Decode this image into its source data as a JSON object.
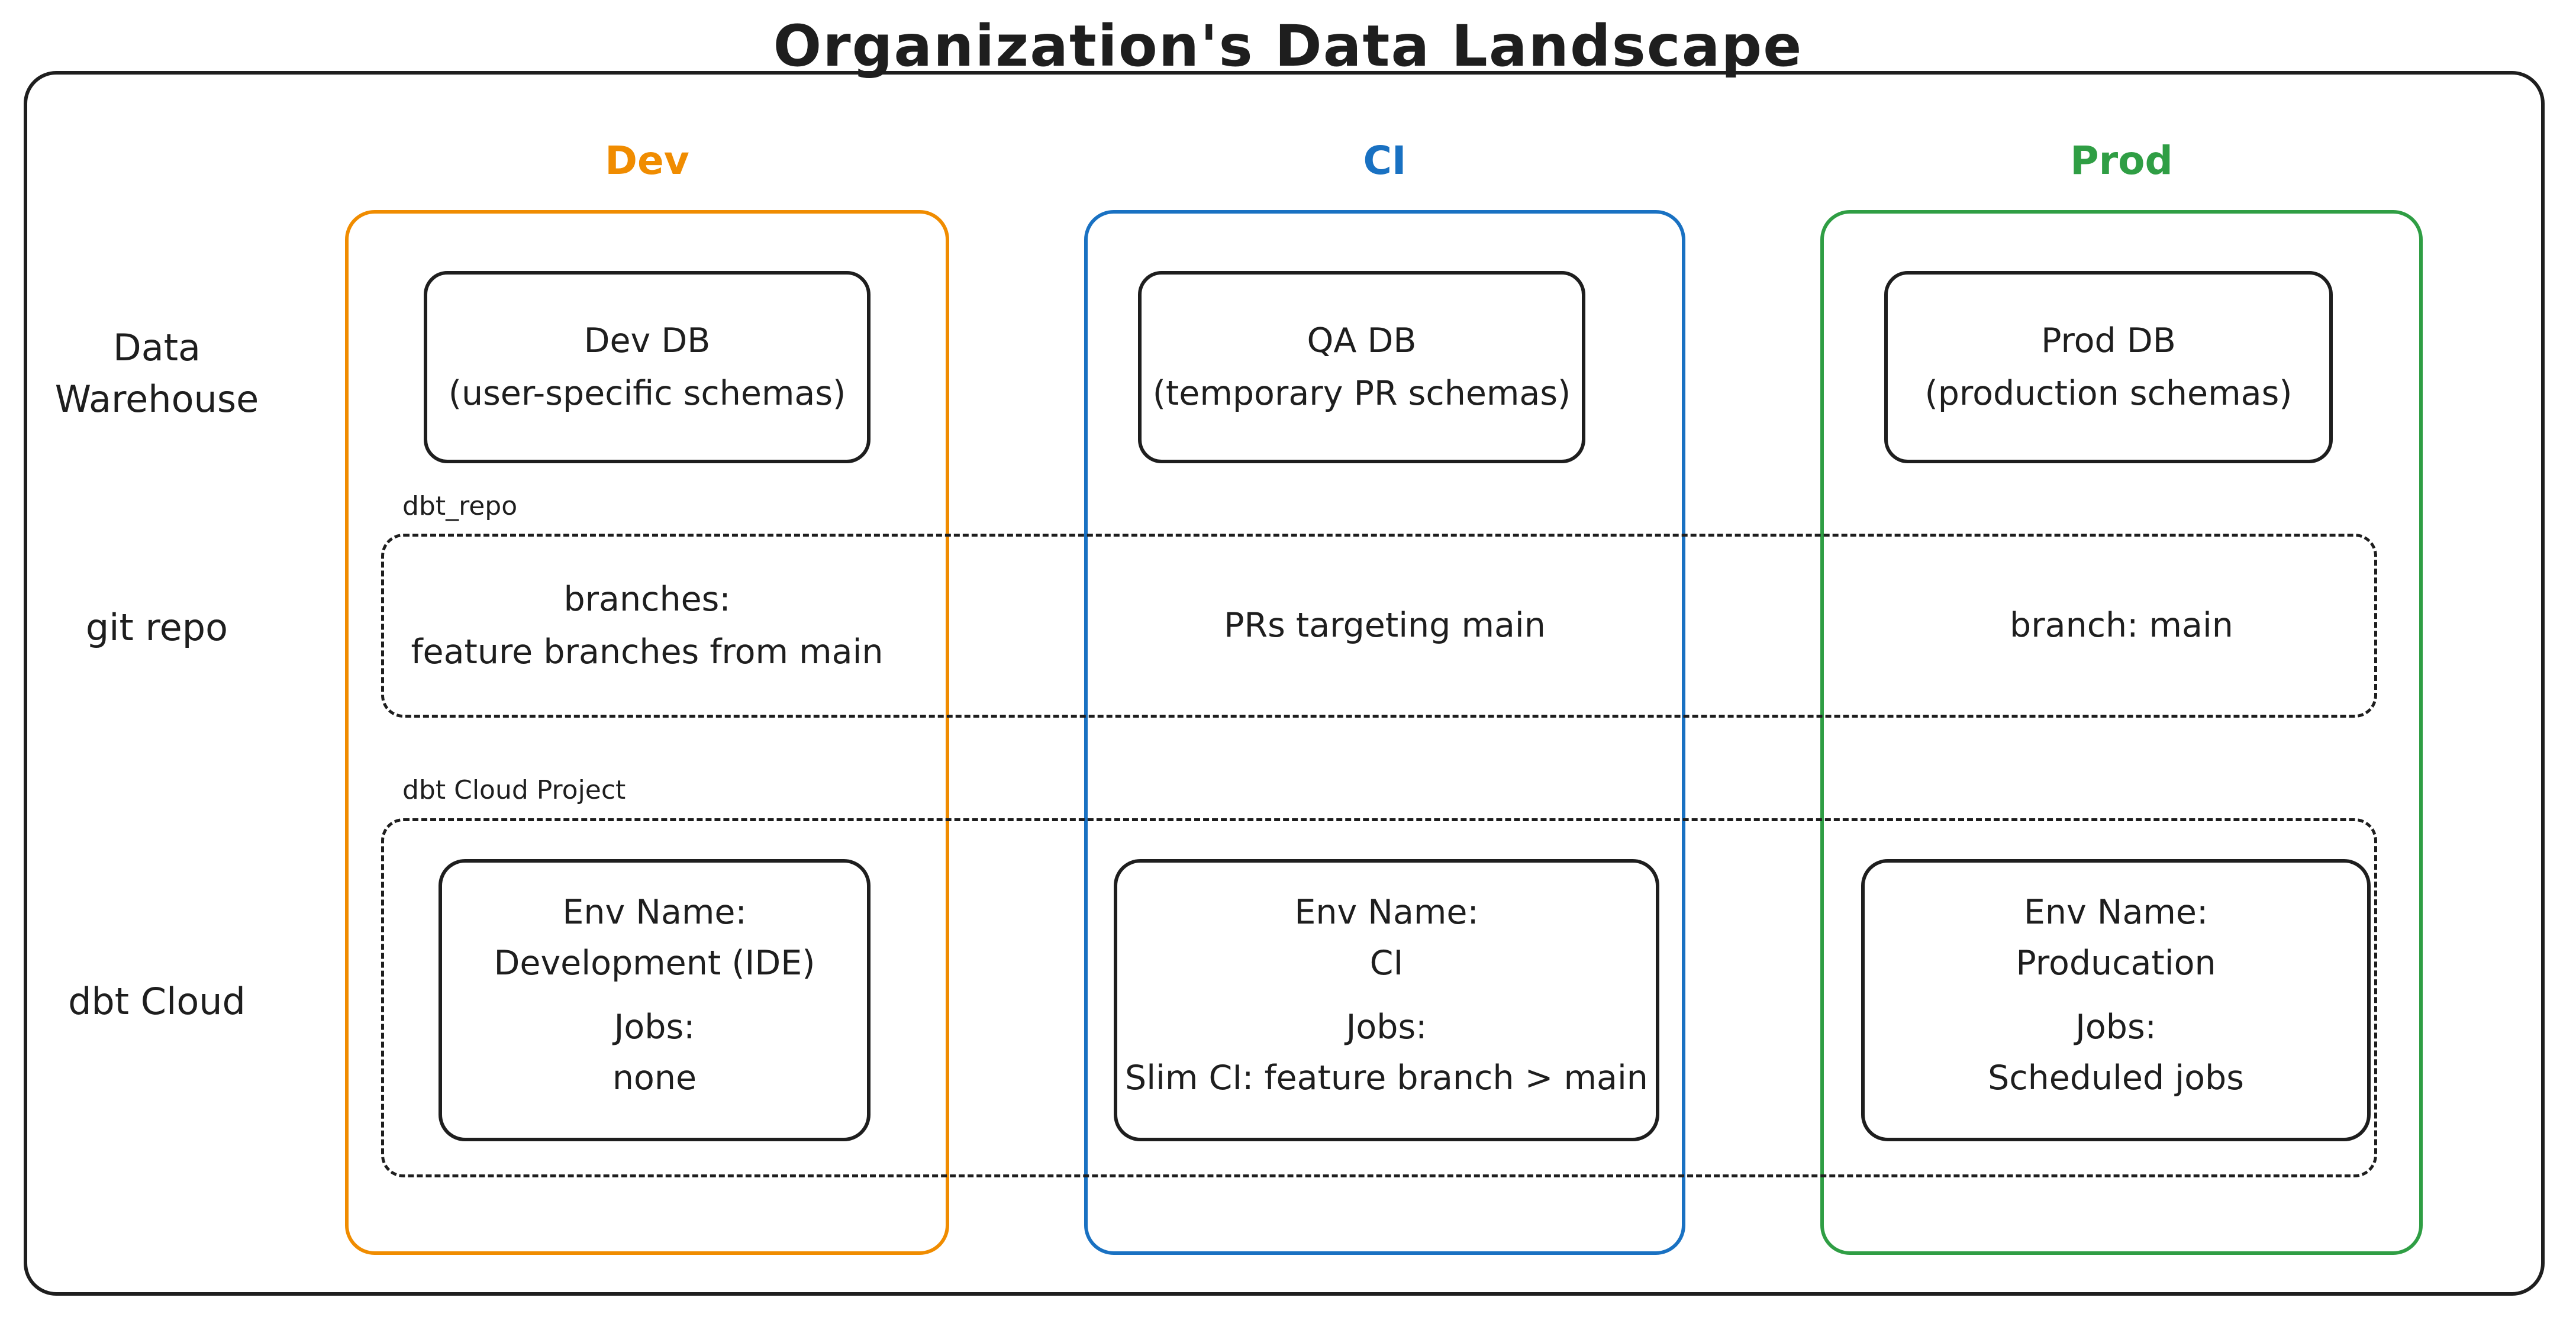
{
  "title": "Organization's Data Landscape",
  "colors": {
    "ink": "#1e1e1e",
    "dev_accent": "#f08c00",
    "ci_accent": "#1971c2",
    "prod_accent": "#2f9e44"
  },
  "row_labels": {
    "warehouse_line1": "Data",
    "warehouse_line2": "Warehouse",
    "git": "git repo",
    "dbt": "dbt Cloud"
  },
  "band_labels": {
    "git_band": "dbt_repo",
    "dbt_band": "dbt Cloud Project"
  },
  "columns": [
    {
      "id": "dev",
      "header": "Dev",
      "db": {
        "name": "Dev DB",
        "detail": "(user-specific schemas)"
      },
      "git": {
        "line1": "branches:",
        "line2": "feature branches from main"
      },
      "dbt": {
        "env_label": "Env Name:",
        "env_value": "Development (IDE)",
        "jobs_label": "Jobs:",
        "jobs_value": "none"
      }
    },
    {
      "id": "ci",
      "header": "CI",
      "db": {
        "name": "QA DB",
        "detail": "(temporary PR schemas)"
      },
      "git": {
        "line1": "PRs targeting main",
        "line2": ""
      },
      "dbt": {
        "env_label": "Env Name:",
        "env_value": "CI",
        "jobs_label": "Jobs:",
        "jobs_value": "Slim CI: feature branch > main"
      }
    },
    {
      "id": "prod",
      "header": "Prod",
      "db": {
        "name": "Prod DB",
        "detail": "(production schemas)"
      },
      "git": {
        "line1": "branch: main",
        "line2": ""
      },
      "dbt": {
        "env_label": "Env Name:",
        "env_value": "Producation",
        "jobs_label": "Jobs:",
        "jobs_value": "Scheduled jobs"
      }
    }
  ]
}
